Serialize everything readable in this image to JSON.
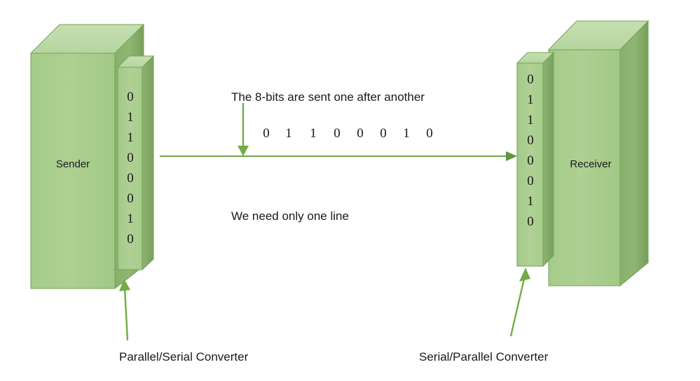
{
  "diagram": {
    "title_annotation": "The 8-bits are sent one after another",
    "line_annotation": "We need only one line",
    "serial_bits": [
      "0",
      "1",
      "1",
      "0",
      "0",
      "0",
      "1",
      "0"
    ],
    "colors": {
      "block_front": "#a9cd8f",
      "block_top": "#c2dcac",
      "block_side": "#7fa863",
      "edge": "#73a355",
      "arrow_green": "#70ad47",
      "line_green": "#6fa34a",
      "text_dark": "#1a1a1a",
      "background": "#ffffff"
    },
    "sender": {
      "label": "Sender",
      "bits": [
        "0",
        "1",
        "1",
        "0",
        "0",
        "0",
        "1",
        "0"
      ],
      "converter_label": "Parallel/Serial Converter"
    },
    "receiver": {
      "label": "Receiver",
      "bits": [
        "0",
        "1",
        "1",
        "0",
        "0",
        "0",
        "1",
        "0"
      ],
      "converter_label": "Serial/Parallel Converter"
    },
    "icons": {
      "down_arrow": "arrow-down-icon",
      "right_arrow": "arrow-right-icon",
      "sender_converter_arrow": "arrow-up-icon",
      "receiver_converter_arrow": "arrow-up-icon"
    }
  }
}
